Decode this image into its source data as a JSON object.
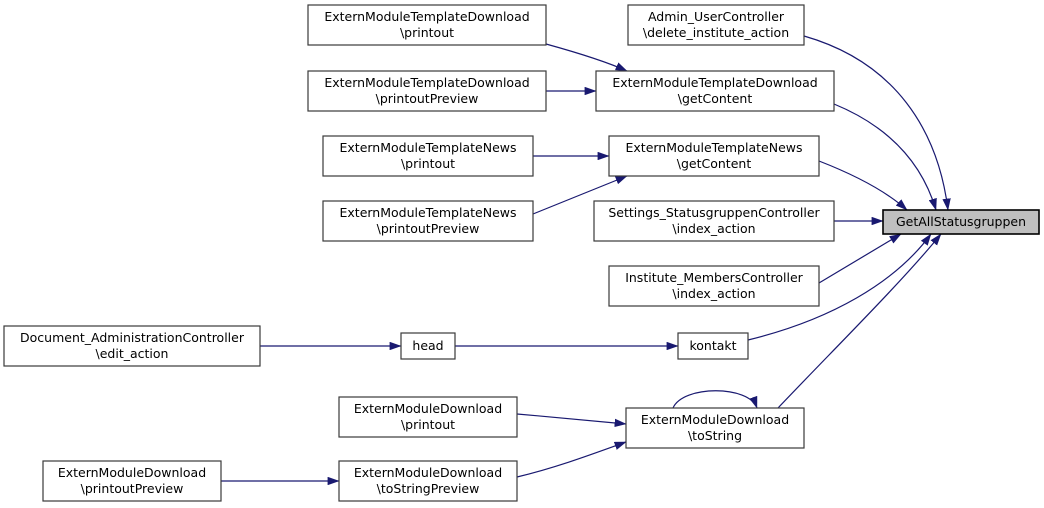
{
  "diagram": {
    "type": "caller-graph",
    "focus_node": "GetAllStatusgruppen",
    "colors": {
      "edge": "#191970",
      "node_border": "#3a3a3a",
      "node_fill": "#ffffff",
      "focus_fill": "#bfbfbf",
      "focus_border": "#000000",
      "background": "#ffffff",
      "text": "#000000"
    },
    "nodes": [
      {
        "line1": "ExternModuleTemplateDownload",
        "line2": "\\printout"
      },
      {
        "line1": "Admin_UserController",
        "line2": "\\delete_institute_action"
      },
      {
        "line1": "ExternModuleTemplateDownload",
        "line2": "\\printoutPreview"
      },
      {
        "line1": "ExternModuleTemplateDownload",
        "line2": "\\getContent"
      },
      {
        "line1": "ExternModuleTemplateNews",
        "line2": "\\printout"
      },
      {
        "line1": "ExternModuleTemplateNews",
        "line2": "\\getContent"
      },
      {
        "line1": "ExternModuleTemplateNews",
        "line2": "\\printoutPreview"
      },
      {
        "line1": "Settings_StatusgruppenController",
        "line2": "\\index_action"
      },
      {
        "line1": "GetAllStatusgruppen"
      },
      {
        "line1": "Institute_MembersController",
        "line2": "\\index_action"
      },
      {
        "line1": "Document_AdministrationController",
        "line2": "\\edit_action"
      },
      {
        "line1": "head"
      },
      {
        "line1": "kontakt"
      },
      {
        "line1": "ExternModuleDownload",
        "line2": "\\printout"
      },
      {
        "line1": "ExternModuleDownload",
        "line2": "\\toString"
      },
      {
        "line1": "ExternModuleDownload",
        "line2": "\\printoutPreview"
      },
      {
        "line1": "ExternModuleDownload",
        "line2": "\\toStringPreview"
      }
    ],
    "edges": [
      {
        "from": "ExternModuleTemplateDownload\\printout",
        "to": "ExternModuleTemplateDownload\\getContent"
      },
      {
        "from": "ExternModuleTemplateDownload\\printoutPreview",
        "to": "ExternModuleTemplateDownload\\getContent"
      },
      {
        "from": "Admin_UserController\\delete_institute_action",
        "to": "GetAllStatusgruppen"
      },
      {
        "from": "ExternModuleTemplateDownload\\getContent",
        "to": "GetAllStatusgruppen"
      },
      {
        "from": "ExternModuleTemplateNews\\printout",
        "to": "ExternModuleTemplateNews\\getContent"
      },
      {
        "from": "ExternModuleTemplateNews\\printoutPreview",
        "to": "ExternModuleTemplateNews\\getContent"
      },
      {
        "from": "ExternModuleTemplateNews\\getContent",
        "to": "GetAllStatusgruppen"
      },
      {
        "from": "Settings_StatusgruppenController\\index_action",
        "to": "GetAllStatusgruppen"
      },
      {
        "from": "Institute_MembersController\\index_action",
        "to": "GetAllStatusgruppen"
      },
      {
        "from": "Document_AdministrationController\\edit_action",
        "to": "head"
      },
      {
        "from": "head",
        "to": "kontakt"
      },
      {
        "from": "kontakt",
        "to": "GetAllStatusgruppen"
      },
      {
        "from": "ExternModuleDownload\\printout",
        "to": "ExternModuleDownload\\toString"
      },
      {
        "from": "ExternModuleDownload\\toStringPreview",
        "to": "ExternModuleDownload\\toString"
      },
      {
        "from": "ExternModuleDownload\\printoutPreview",
        "to": "ExternModuleDownload\\toStringPreview"
      },
      {
        "from": "ExternModuleDownload\\toString",
        "to": "ExternModuleDownload\\toString"
      },
      {
        "from": "ExternModuleDownload\\toString",
        "to": "GetAllStatusgruppen"
      }
    ]
  }
}
